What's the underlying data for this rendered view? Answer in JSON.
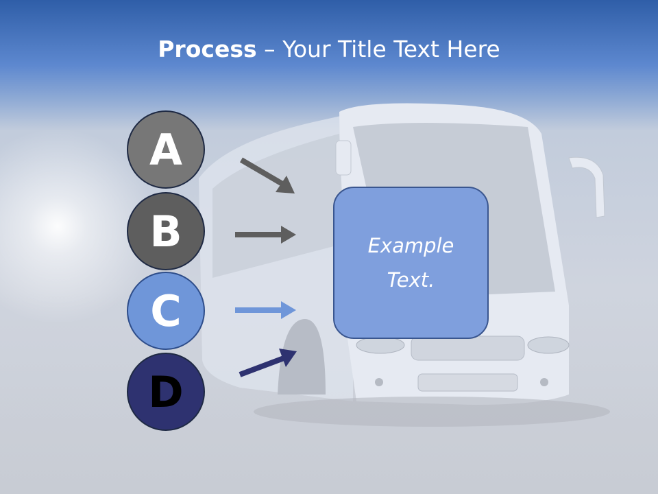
{
  "title": {
    "bold": "Process",
    "rest": " – Your Title Text Here"
  },
  "steps": [
    "A",
    "B",
    "C",
    "D"
  ],
  "box": {
    "line1": "Example",
    "line2": "Text."
  },
  "colors": {
    "a": "#777777",
    "b": "#5e5e5e",
    "c": "#6f96d9",
    "d": "#2e3270",
    "box": "#7f9fdd"
  }
}
